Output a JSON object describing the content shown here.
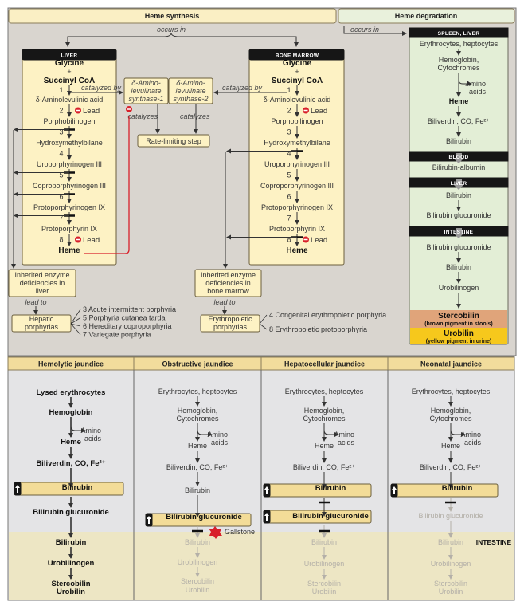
{
  "top": {
    "synthesis_title": "Heme synthesis",
    "degradation_title": "Heme degradation",
    "occurs_in": "occurs in",
    "liver": {
      "header": "LIVER",
      "compounds": [
        "Glycine",
        "+",
        "Succinyl CoA",
        "δ-Aminolevulinic acid",
        "Porphobilinogen",
        "Hydroxymethylbilane",
        "Uroporphyrinogen III",
        "Coproporphyrinogen III",
        "Protoporphyrinogen IX",
        "Protoporphyrin IX",
        "Heme"
      ],
      "steps": [
        "1",
        "2",
        "3",
        "4",
        "5",
        "6",
        "7",
        "8"
      ],
      "lead_steps": [
        "2",
        "8"
      ],
      "blocked_steps": [
        "3",
        "5",
        "6",
        "7"
      ],
      "inhibitor_label": "Lead",
      "catalyzed_by": "catalyzed by",
      "deficiency_box": [
        "Inherited enzyme",
        "deficiencies in",
        "liver"
      ],
      "lead_to": "lead to",
      "porphyria_box": [
        "Hepatic",
        "porphyrias"
      ],
      "porphyrias": [
        "3 Acute intermittent porphyria",
        "5 Porphyria cutanea tarda",
        "6 Hereditary coproporphyria",
        "7 Variegate porphyria"
      ]
    },
    "bone_marrow": {
      "header": "BONE MARROW",
      "compounds": [
        "Glycine",
        "+",
        "Succinyl CoA",
        "δ-Aminolevulinic acid",
        "Porphobilinogen",
        "Hydroxymethylbilane",
        "Uroporphyrinogen III",
        "Coproporphyrinogen III",
        "Protoporphyrinogen IX",
        "Protoporphyrin IX",
        "Heme"
      ],
      "steps": [
        "1",
        "2",
        "3",
        "4",
        "5",
        "6",
        "7",
        "8"
      ],
      "lead_steps": [
        "2",
        "8"
      ],
      "blocked_steps": [
        "4",
        "8"
      ],
      "inhibitor_label": "Lead",
      "catalyzed_by": "catalyzed by",
      "deficiency_box": [
        "Inherited enzyme",
        "deficiencies in",
        "bone marrow"
      ],
      "lead_to": "lead to",
      "porphyria_box": [
        "Erythropoietic",
        "porphyrias"
      ],
      "porphyrias": [
        "4 Congenital erythropoietic porphyria",
        "8 Erythropoietic protoporphyria"
      ]
    },
    "enzymes": {
      "synthase1": [
        "δ-Amino-",
        "levulinate",
        "synthase-1"
      ],
      "synthase2": [
        "δ-Amino-",
        "levulinate",
        "synthase-2"
      ],
      "catalyzes": "catalyzes",
      "rate_limiting": "Rate-limiting step"
    },
    "degradation": {
      "sections": [
        {
          "header": "SPLEEN, LIVER",
          "items": [
            "Erythrocytes, heptocytes",
            "Hemoglobin,|Cytochromes",
            "Heme",
            "Biliverdin, CO, Fe²⁺",
            "Bilirubin"
          ],
          "side": "Amino|acids"
        },
        {
          "header": "BLOOD",
          "items": [
            "Bilirubin-albumin"
          ]
        },
        {
          "header": "LIVER",
          "items": [
            "Bilirubin",
            "Bilirubin glucuronide"
          ]
        },
        {
          "header": "INTESTINE",
          "items": [
            "Bilirubin glucuronide",
            "Bilirubin",
            "Urobilinogen"
          ]
        }
      ],
      "stercobilin": {
        "name": "Stercobilin",
        "note": "(brown pigment in stools)",
        "color": "#e0a47a"
      },
      "urobilin": {
        "name": "Urobilin",
        "note": "(yellow pigment in urine)",
        "color": "#f6c81c"
      }
    }
  },
  "jaundice": {
    "intestine_label": "INTESTINE",
    "gallstone": "Gallstone",
    "panels": [
      {
        "title": "Hemolytic jaundice",
        "items": [
          "Lysed erythrocytes",
          "Hemoglobin",
          "Heme",
          "Biliverdin, CO, Fe²⁺",
          "Bilirubin",
          "Bilirubin glucuronide",
          "Bilirubin",
          "Urobilinogen",
          "Stercobilin",
          "Urobilin"
        ],
        "side": "Amino|acids",
        "increased": [
          "Bilirubin"
        ]
      },
      {
        "title": "Obstructive jaundice",
        "items": [
          "Erythrocytes, heptocytes",
          "Hemoglobin,|Cytochromes",
          "Heme",
          "Biliverdin, CO, Fe²⁺",
          "Bilirubin",
          "Bilirubin glucuronide",
          "Bilirubin",
          "Urobilinogen",
          "Stercobilin",
          "Urobilin"
        ],
        "side": "Amino|acids",
        "increased": [
          "Bilirubin glucuronide"
        ]
      },
      {
        "title": "Hepatocellular jaundice",
        "items": [
          "Erythrocytes, heptocytes",
          "Hemoglobin,|Cytochromes",
          "Heme",
          "Biliverdin, CO, Fe²⁺",
          "Bilirubin",
          "Bilirubin glucuronide",
          "Bilirubin",
          "Urobilinogen",
          "Stercobilin",
          "Urobilin"
        ],
        "side": "Amino|acids",
        "increased": [
          "Bilirubin",
          "Bilirubin glucuronide"
        ]
      },
      {
        "title": "Neonatal jaundice",
        "items": [
          "Erythrocytes, heptocytes",
          "Hemoglobin,|Cytochromes",
          "Heme",
          "Biliverdin, CO, Fe²⁺",
          "Bilirubin",
          "Bilirubin glucuronide",
          "Bilirubin",
          "Urobilinogen",
          "Stercobilin",
          "Urobilin"
        ],
        "side": "Amino|acids",
        "increased": [
          "Bilirubin"
        ]
      }
    ]
  },
  "colors": {
    "inhibitor": "#d8202a",
    "feedback_line": "#d8202a",
    "box_yellow": "#fdf2c4",
    "background_gray": "#d9d5cf",
    "degradation_green": "#e3eed6",
    "intestine_tan": "#ede6c4"
  }
}
